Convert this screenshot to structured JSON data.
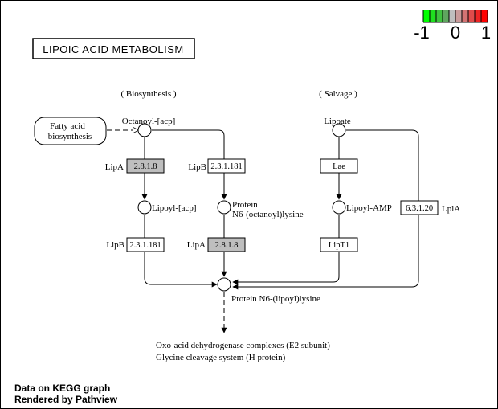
{
  "title": "LIPOIC ACID METABOLISM",
  "sections": {
    "biosynthesis": "( Biosynthesis )",
    "salvage": "( Salvage )"
  },
  "legend": {
    "ticks": [
      "-1",
      "0",
      "1"
    ],
    "colors": [
      "#00ff00",
      "#1fe01f",
      "#3fc33f",
      "#5fa65f",
      "#bebebe",
      "#c99a9a",
      "#d47373",
      "#e04c4c",
      "#ee2424",
      "#ff0000"
    ]
  },
  "compounds": {
    "fatty_acid": [
      "Fatty acid",
      "biosynthesis"
    ],
    "octanoyl_acp": "Octanoyl-[acp]",
    "lipoyl_acp": "Lipoyl-[acp]",
    "protein_octanoyl": [
      "Protein",
      "N6-(octanoyl)lysine"
    ],
    "lipoate": "Lipoate",
    "lipoyl_amp": "Lipoyl-AMP",
    "protein_lipoyl": "Protein N6-(lipoyl)lysine"
  },
  "enzymes": {
    "lipa_top": {
      "label": "LipA",
      "ec": "2.8.1.8"
    },
    "lipb_top": {
      "label": "LipB",
      "ec": "2.3.1.181"
    },
    "lae": {
      "label": "Lae"
    },
    "lpla": {
      "label": "LplA",
      "ec": "6.3.1.20"
    },
    "lipb_bottom": {
      "label": "LipB",
      "ec": "2.3.1.181"
    },
    "lipa_bottom": {
      "label": "LipA",
      "ec": "2.8.1.8"
    },
    "lipt1": {
      "label": "LipT1"
    }
  },
  "colors": {
    "highlighted_enzyme_fill": "#bebebe",
    "enzyme_fill": "#ffffff",
    "stroke": "#000000"
  },
  "outputs": [
    "Oxo-acid dehydrogenase complexes (E2 subunit)",
    "Glycine cleavage system (H protein)"
  ],
  "footer": {
    "line1": "Data on KEGG graph",
    "line2": "Rendered by  Pathview"
  }
}
